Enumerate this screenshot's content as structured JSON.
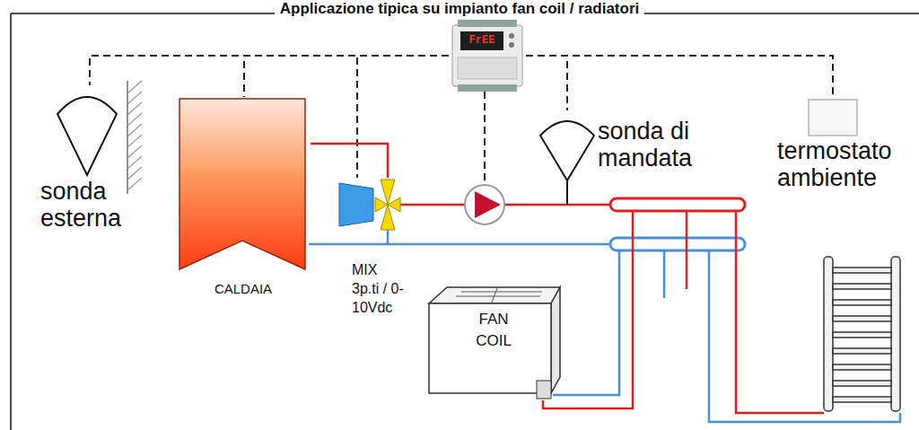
{
  "diagram": {
    "title": "Applicazione tipica su impianto fan coil / radiatori",
    "nodes": [
      {
        "text": [
          "FrEE"
        ]
      },
      {
        "text": [
          "sonda esterna"
        ]
      },
      {
        "text": [
          "CALDAIA"
        ]
      },
      {
        "text": [
          "MIX 3p.ti / 0-10Vdc"
        ]
      },
      {
        "text": [
          "sonda di mandata"
        ]
      },
      {
        "text": [
          "termostato ambiente"
        ]
      },
      {
        "text": [
          "FAN COIL"
        ]
      }
    ],
    "edges": [
      {
        "from": 0,
        "to": 1,
        "arrow": "none"
      },
      {
        "from": 0,
        "to": 2,
        "arrow": "none"
      },
      {
        "from": 0,
        "to": 3,
        "arrow": "none"
      },
      {
        "from": 0,
        "to": 4,
        "arrow": "none"
      },
      {
        "from": 0,
        "to": 5,
        "arrow": "none"
      },
      {
        "from": 2,
        "to": 3,
        "arrow": "none"
      }
    ]
  }
}
